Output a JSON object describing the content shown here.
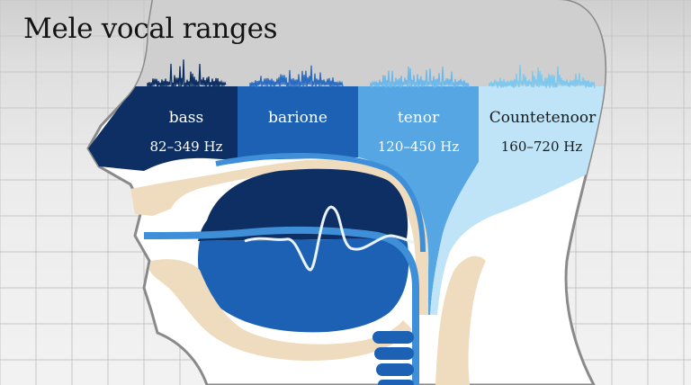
{
  "title": "Mele vocal ranges",
  "bands": [
    {
      "label": "bass",
      "range": "82–349 Hz",
      "color": "#0d2f63",
      "wave_color": "#0d2f63",
      "text_color": "#ffffff"
    },
    {
      "label": "barione",
      "range": "",
      "color": "#1c61b3",
      "wave_color": "#2b6cc0",
      "text_color": "#ffffff"
    },
    {
      "label": "tenor",
      "range": "120–450 Hz",
      "color": "#55a6e2",
      "wave_color": "#6db8ea",
      "text_color": "#ffffff"
    },
    {
      "label": "Countetenoor",
      "range": "160–720 Hz",
      "color": "#bfe4f7",
      "wave_color": "#7cc8ef",
      "text_color": "#1a1a1a"
    }
  ],
  "colors": {
    "head_outline": "#8a8a8a",
    "bone": "#efdcbf",
    "dark_cavity": "#0d2f63",
    "mid_cavity": "#1c61b3",
    "light_blue": "#3f8fd8"
  }
}
